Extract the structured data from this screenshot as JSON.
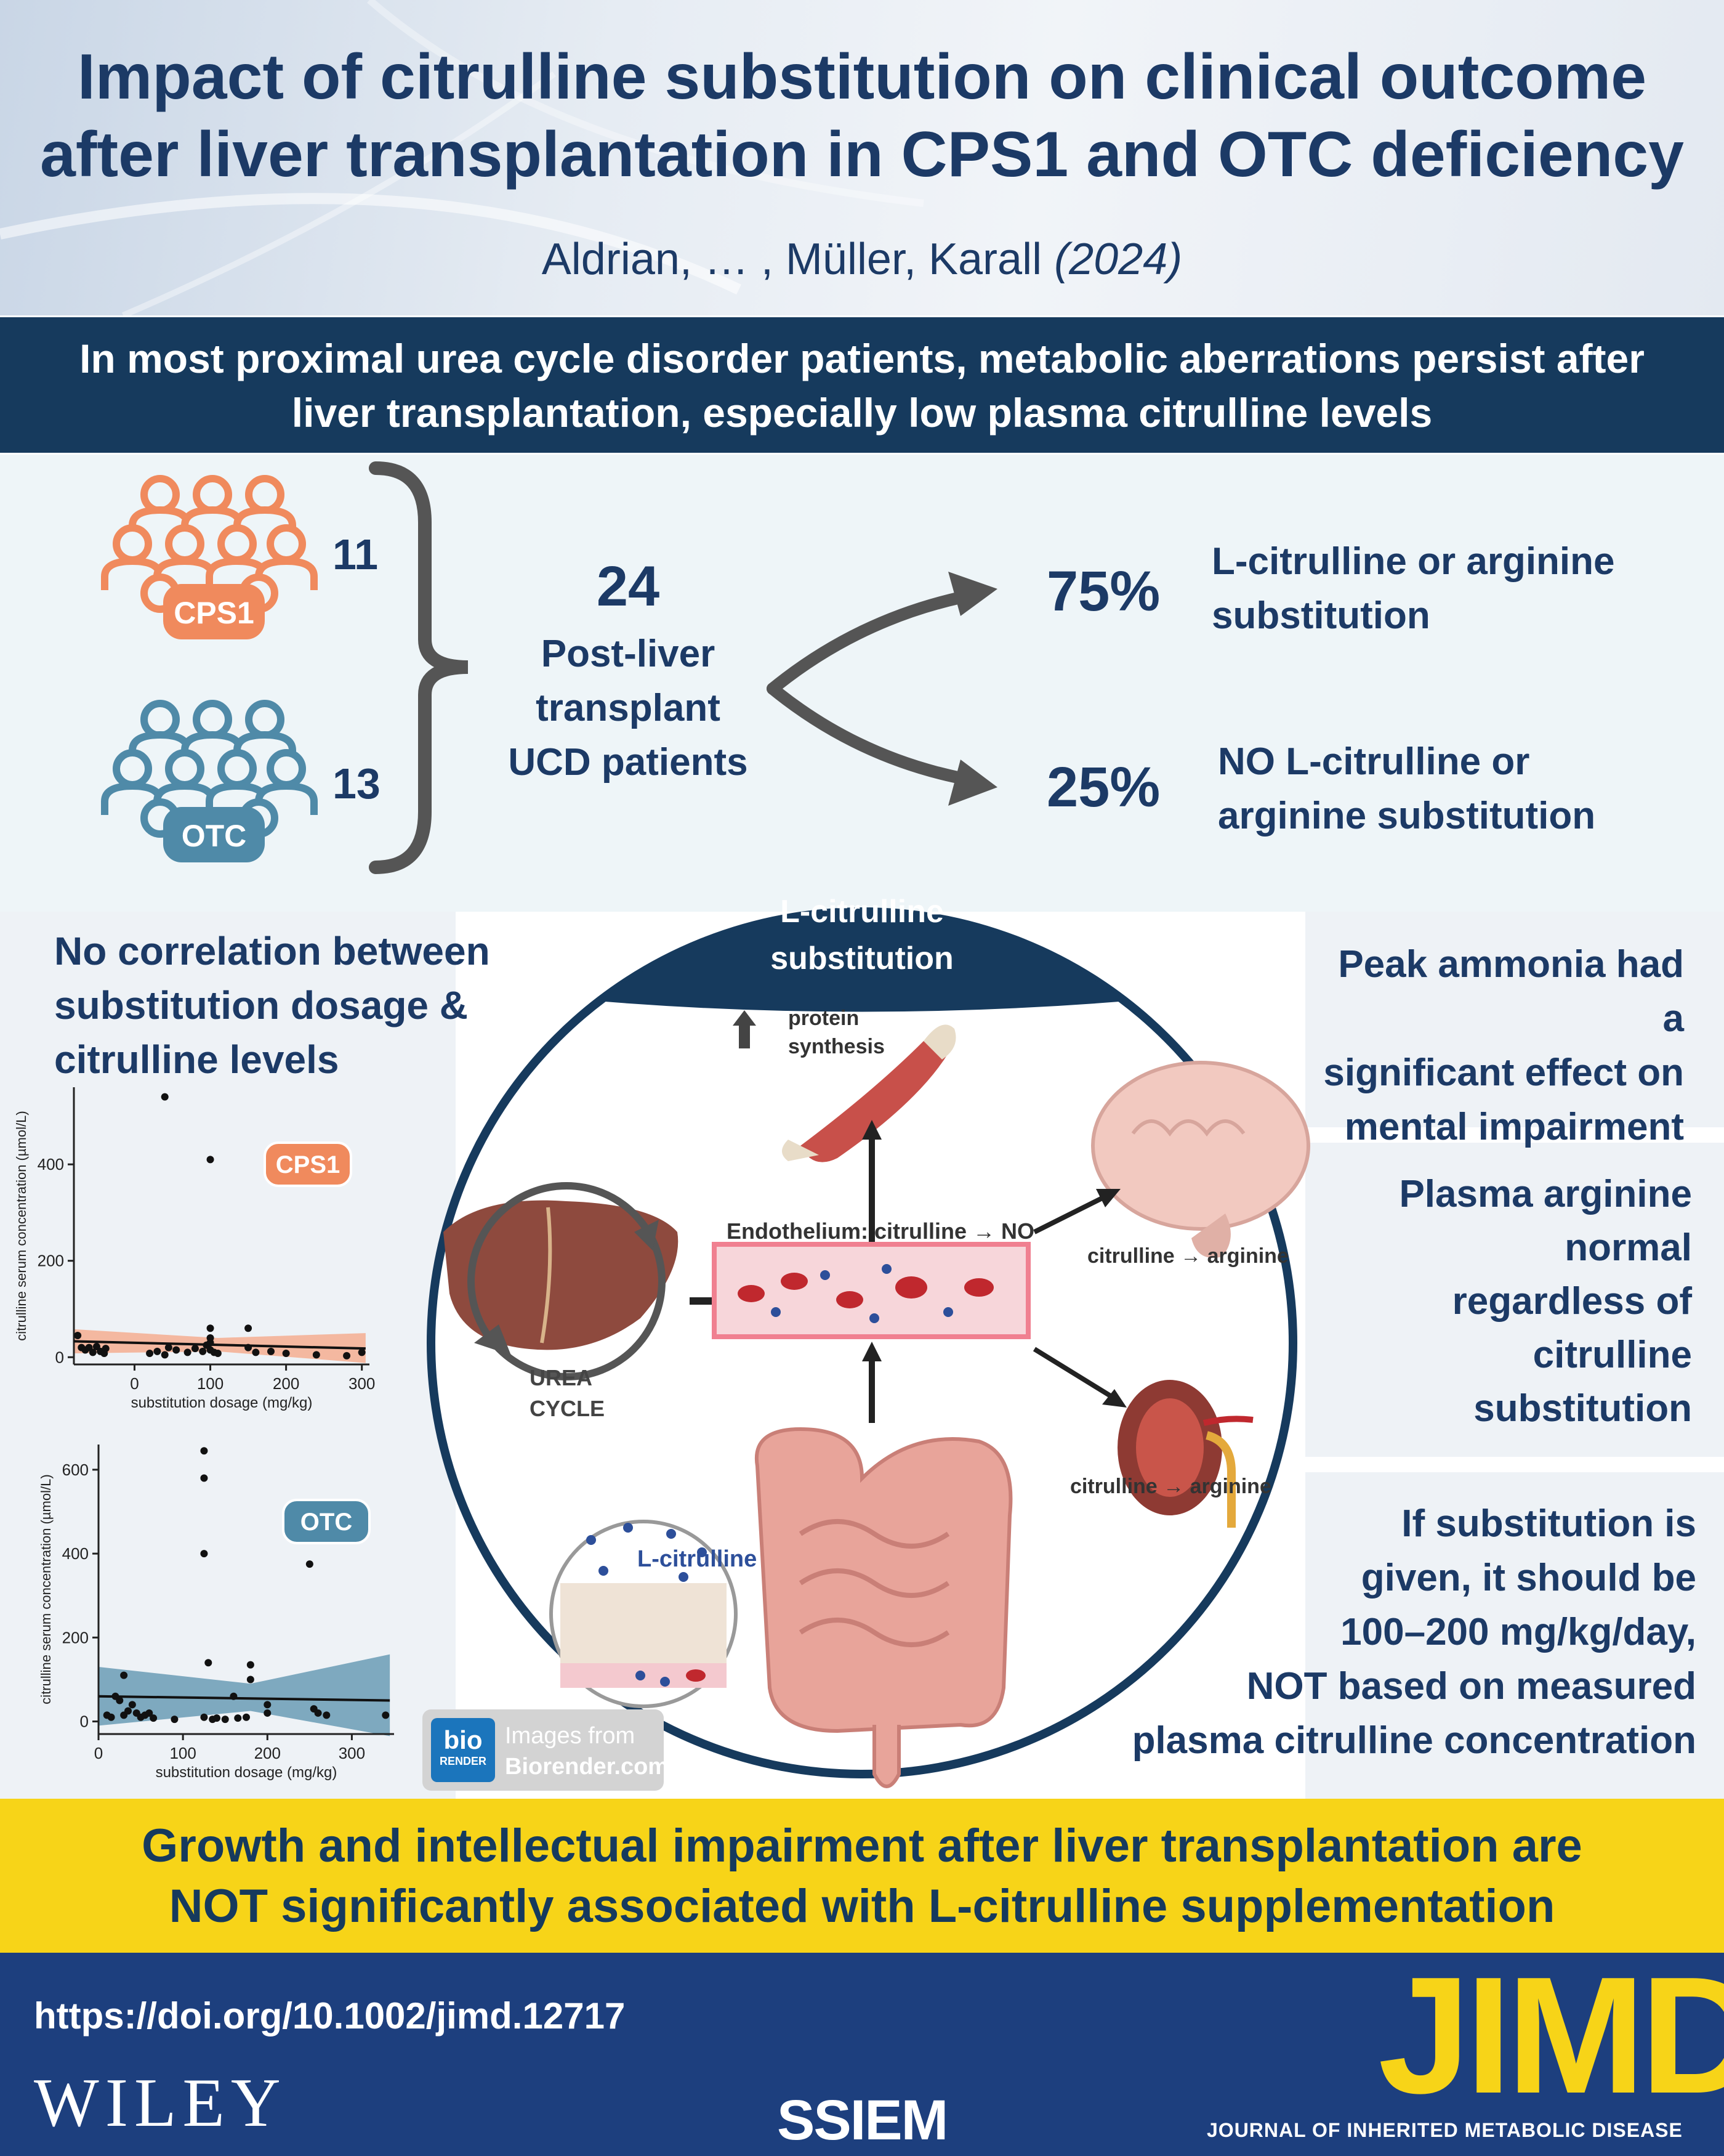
{
  "title": "Impact of citrulline substitution on clinical outcome after liver transplantation in CPS1 and OTC deficiency",
  "authors": "Aldrian, … , Müller, Karall",
  "year": "(2024)",
  "banner": "In most proximal urea cycle disorder patients, metabolic aberrations persist after liver transplantation, especially low plasma citrulline levels",
  "cohort": {
    "cps1_label": "CPS1",
    "cps1_count": "11",
    "otc_label": "OTC",
    "otc_count": "13",
    "total": "24",
    "total_label_1": "Post-liver",
    "total_label_2": "transplant",
    "total_label_3": "UCD patients",
    "pct_sub": "75%",
    "sub_line1": "L-citrulline or arginine",
    "sub_line2": "substitution",
    "pct_nosub": "25%",
    "nosub_line1": "NO L-citrulline or",
    "nosub_line2": "arginine substitution"
  },
  "left_heading_1": "No correlation between",
  "left_heading_2": "substitution dosage &",
  "left_heading_3": "citrulline levels",
  "center": {
    "title_1": "L-citrulline",
    "title_2": "substitution",
    "protein_1": "protein",
    "protein_2": "synthesis",
    "endothelium": "Endothelium: citrulline → NO",
    "brain_conv": "citrulline → arginine",
    "kidney_conv": "citrulline → arginine",
    "urea_1": "UREA",
    "urea_2": "CYCLE",
    "gut_label": "L-citrulline"
  },
  "right": {
    "box1": [
      "Peak ammonia had a",
      "significant effect on",
      "mental impairment"
    ],
    "box2": [
      "Plasma arginine",
      "normal",
      "regardless of",
      "citrulline",
      "substitution"
    ],
    "box3": [
      "If substitution is",
      "given, it should be",
      "100–200 mg/kg/day,",
      "NOT based on measured",
      "plasma citrulline concentration"
    ]
  },
  "biorender": {
    "logo_1": "bio",
    "logo_2": "RENDER",
    "line1": "Images from",
    "line2": "Biorender.com"
  },
  "bottom_line_1": "Growth and intellectual impairment after liver transplantation are",
  "bottom_line_2": "NOT significantly associated with L-citrulline supplementation",
  "doi": "https://doi.org/10.1002/jimd.12717",
  "wiley": "WILEY",
  "ssiem": "SSIEM",
  "jimd": "JIMD",
  "jimd_sub": "JOURNAL OF INHERITED METABOLIC DISEASE",
  "colors": {
    "cps1": "#f08a5d",
    "otc": "#4f8aa8",
    "navy": "#163a5d",
    "yellow": "#f7d418",
    "footer": "#1d3f7e"
  },
  "chart_data": [
    {
      "type": "scatter",
      "badge": "CPS1",
      "xlabel": "substitution dosage (mg/kg)",
      "ylabel": "citrulline serum concentration (µmol/L)",
      "xlim": [
        -80,
        310
      ],
      "ylim": [
        -15,
        560
      ],
      "xticks": [
        0,
        100,
        200,
        300
      ],
      "yticks": [
        0,
        200,
        400
      ],
      "points": [
        [
          -75,
          45
        ],
        [
          -70,
          20
        ],
        [
          -65,
          15
        ],
        [
          -60,
          20
        ],
        [
          -55,
          10
        ],
        [
          -50,
          22
        ],
        [
          -45,
          12
        ],
        [
          -40,
          8
        ],
        [
          -38,
          18
        ],
        [
          20,
          8
        ],
        [
          30,
          12
        ],
        [
          40,
          5
        ],
        [
          45,
          20
        ],
        [
          55,
          15
        ],
        [
          70,
          10
        ],
        [
          80,
          18
        ],
        [
          90,
          12
        ],
        [
          95,
          25
        ],
        [
          100,
          30
        ],
        [
          100,
          40
        ],
        [
          100,
          60
        ],
        [
          100,
          15
        ],
        [
          105,
          10
        ],
        [
          110,
          8
        ],
        [
          150,
          60
        ],
        [
          150,
          20
        ],
        [
          160,
          10
        ],
        [
          180,
          12
        ],
        [
          200,
          8
        ],
        [
          240,
          5
        ],
        [
          280,
          3
        ],
        [
          300,
          10
        ],
        [
          40,
          540
        ],
        [
          100,
          410
        ]
      ],
      "fit": [
        [
          -80,
          33
        ],
        [
          305,
          18
        ]
      ],
      "band_lo": [
        [
          -80,
          8
        ],
        [
          110,
          12
        ],
        [
          305,
          -12
        ]
      ],
      "band_hi": [
        [
          -80,
          58
        ],
        [
          110,
          40
        ],
        [
          305,
          50
        ]
      ]
    },
    {
      "type": "scatter",
      "badge": "OTC",
      "xlabel": "substitution dosage (mg/kg)",
      "ylabel": "citrulline serum concentration (µmol/L)",
      "xlim": [
        0,
        350
      ],
      "ylim": [
        -30,
        660
      ],
      "xticks": [
        0,
        100,
        200,
        300
      ],
      "yticks": [
        0,
        200,
        400,
        600
      ],
      "points": [
        [
          10,
          15
        ],
        [
          15,
          10
        ],
        [
          20,
          60
        ],
        [
          25,
          50
        ],
        [
          30,
          110
        ],
        [
          30,
          15
        ],
        [
          35,
          25
        ],
        [
          40,
          40
        ],
        [
          45,
          20
        ],
        [
          50,
          10
        ],
        [
          55,
          15
        ],
        [
          60,
          20
        ],
        [
          65,
          8
        ],
        [
          90,
          5
        ],
        [
          125,
          645
        ],
        [
          125,
          580
        ],
        [
          125,
          400
        ],
        [
          125,
          10
        ],
        [
          130,
          140
        ],
        [
          135,
          5
        ],
        [
          140,
          8
        ],
        [
          150,
          5
        ],
        [
          160,
          60
        ],
        [
          165,
          8
        ],
        [
          175,
          10
        ],
        [
          180,
          135
        ],
        [
          180,
          100
        ],
        [
          200,
          40
        ],
        [
          200,
          20
        ],
        [
          250,
          375
        ],
        [
          255,
          30
        ],
        [
          260,
          20
        ],
        [
          270,
          15
        ],
        [
          340,
          15
        ]
      ],
      "fit": [
        [
          0,
          60
        ],
        [
          345,
          50
        ]
      ],
      "band_lo": [
        [
          0,
          -10
        ],
        [
          180,
          25
        ],
        [
          345,
          -35
        ]
      ],
      "band_hi": [
        [
          0,
          130
        ],
        [
          180,
          90
        ],
        [
          345,
          160
        ]
      ]
    }
  ]
}
